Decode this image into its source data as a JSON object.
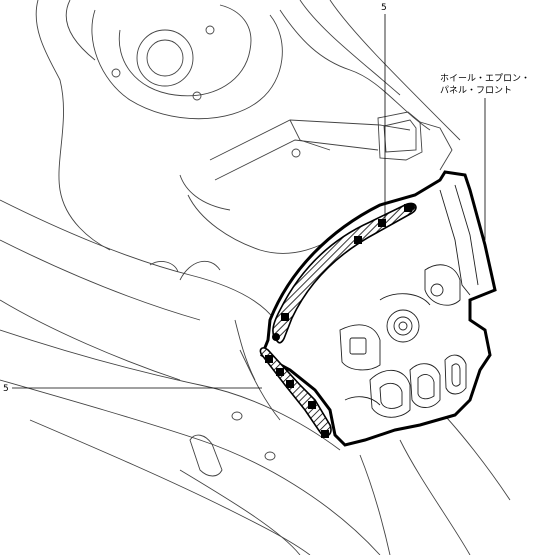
{
  "callouts": {
    "part_number_top": "5",
    "part_number_left": "5",
    "panel_name_line1": "ホイール・エプロン・",
    "panel_name_line2": "パネル・フロント"
  }
}
